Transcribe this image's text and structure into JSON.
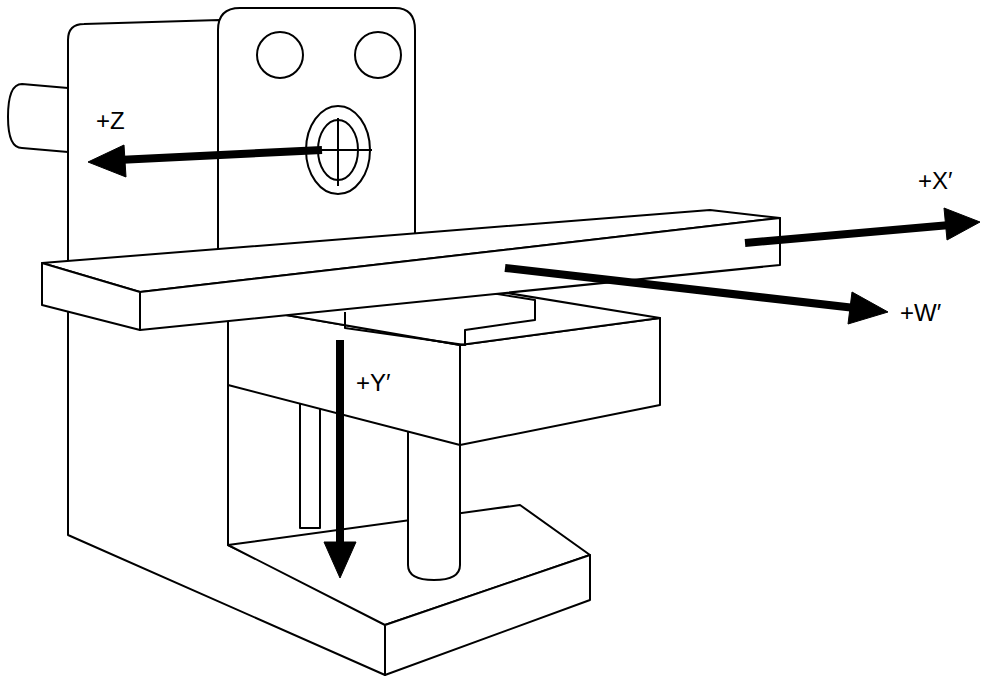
{
  "diagram": {
    "labels": [
      "+Z",
      "+X′",
      "+W′",
      "+Y′"
    ]
  }
}
